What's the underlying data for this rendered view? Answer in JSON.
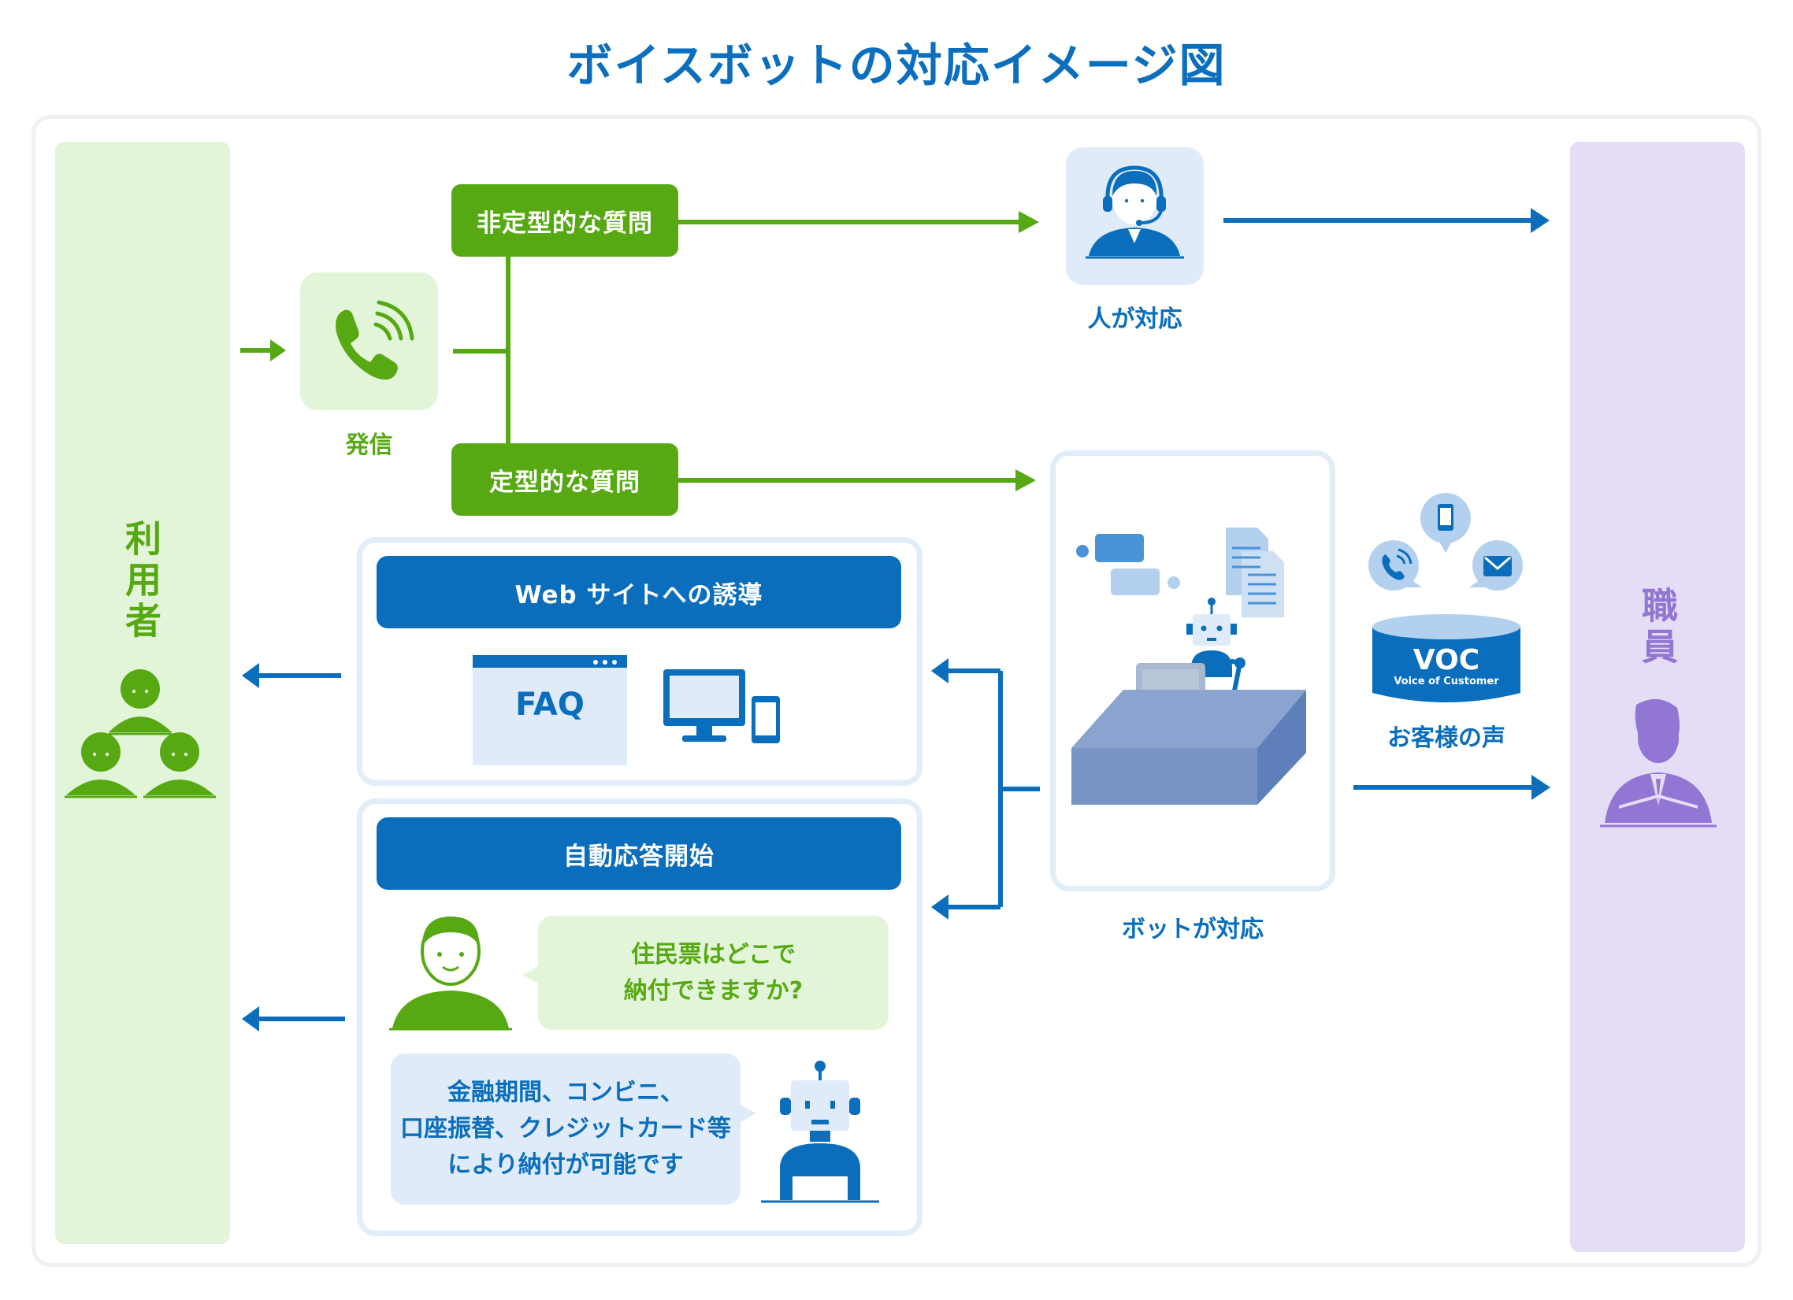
{
  "title": "ボイスボットの対応イメージ図",
  "columns": {
    "user": "利用者",
    "staff": "職員"
  },
  "call": {
    "label": "発信"
  },
  "branches": {
    "unstructured": "非定型的な質問",
    "structured": "定型的な質問"
  },
  "human": {
    "label": "人が対応"
  },
  "bot": {
    "label": "ボットが対応"
  },
  "voc": {
    "title": "VOC",
    "subtitle": "Voice of Customer",
    "label": "お客様の声"
  },
  "web_panel": {
    "header": "Web サイトへの誘導",
    "faq": "FAQ"
  },
  "auto_panel": {
    "header": "自動応答開始",
    "question_line1": "住民票はどこで",
    "question_line2": "納付できますか?",
    "answer_line1": "金融期間、コンビニ、",
    "answer_line2": "口座振替、クレジットカード等",
    "answer_line3": "により納付が可能です"
  },
  "colors": {
    "green": "#56a912",
    "blue": "#0a6ebd",
    "purple": "#9276d3",
    "light_green": "#e3f5d9",
    "light_blue": "#dfebf8",
    "light_purple": "#e5dcf6"
  }
}
